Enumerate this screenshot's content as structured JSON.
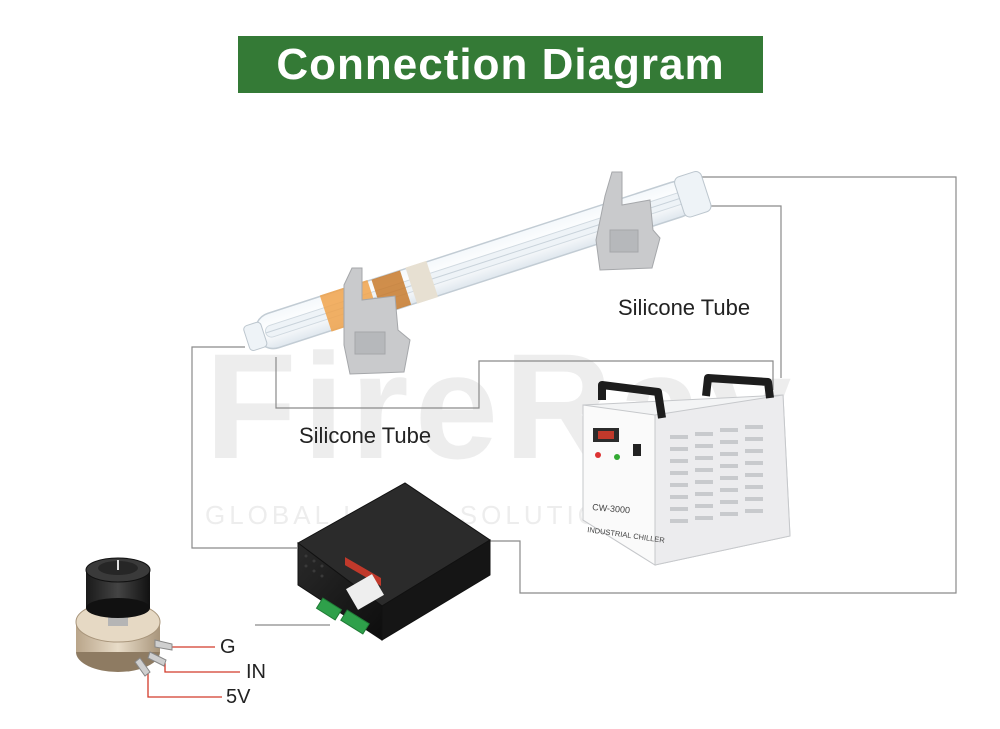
{
  "title": "Connection Diagram",
  "labels": {
    "silicone_tube_right": "Silicone Tube",
    "silicone_tube_left": "Silicone Tube",
    "pot_g": "G",
    "pot_in": "IN",
    "pot_5v": "5V"
  },
  "chiller": {
    "model": "CW-3000",
    "name": "INDUSTRIAL CHILLER"
  },
  "watermark": {
    "brand": "FireRay",
    "tagline": "GLOBAL LASER SOLUTION"
  },
  "colors": {
    "banner": "#347a36",
    "wire": "#8a8a8a",
    "pot_wire": "#d23a2a"
  }
}
